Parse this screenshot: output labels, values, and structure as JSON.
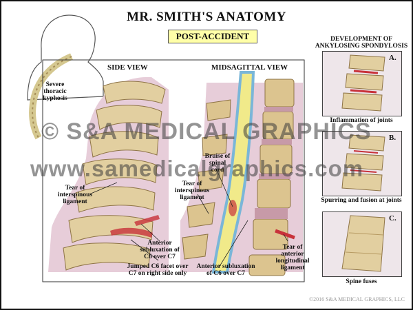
{
  "title": "MR. SMITH'S ANATOMY",
  "subtitle": "POST-ACCIDENT",
  "kyphosis_label": "Severe thoracic kyphosis",
  "side_view": {
    "heading": "SIDE VIEW",
    "labels": {
      "tear_interspinous": "Tear of interspinous ligament",
      "anterior_sublux": "Anterior subluxation of C6 over C7",
      "jumped": "Jumped C6 facet over C7 on right side only"
    }
  },
  "midsagittal_view": {
    "heading": "MIDSAGITTAL VIEW",
    "labels": {
      "bruise": "Bruise of spinal cord",
      "tear_interspinous": "Tear of interspinous ligament",
      "anterior_sublux": "Anterior subluxation of C6 over C7",
      "tear_anterior": "Tear of anterior longitudinal ligament"
    }
  },
  "development": {
    "heading": "DEVELOPMENT OF ANKYLOSING SPONDYLOSIS",
    "panels": [
      {
        "letter": "A.",
        "caption": "Inflammation of joints"
      },
      {
        "letter": "B.",
        "caption": "Spurring and fusion at joints"
      },
      {
        "letter": "C.",
        "caption": "Spine fuses"
      }
    ]
  },
  "watermark": {
    "line1": "© S&A MEDICAL GRAPHICS",
    "line2": "www.samedicalgraphics.com"
  },
  "copyright": "©2016 S&A MEDICAL GRAPHICS, LLC",
  "colors": {
    "bone": "#e2cfa0",
    "bone_shadow": "#b69a62",
    "tissue": "#e4c9d6",
    "disc": "#c79aa8",
    "blood": "#c8323a",
    "cord": "#f1ea8a",
    "dura": "#7ab6d8",
    "subtitle_bg": "#ffffa8"
  }
}
